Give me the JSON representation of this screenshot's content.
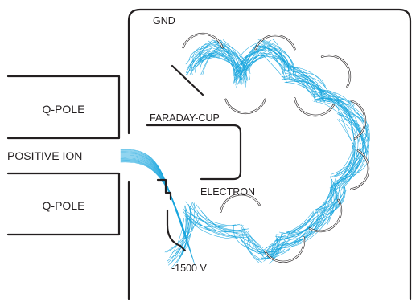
{
  "labels": {
    "gnd": "GND",
    "qpole_top": "Q-POLE",
    "qpole_bottom": "Q-POLE",
    "positive_ion": "POSITIVE ION",
    "faraday_cup": "FARADAY-CUP",
    "electron": "ELECTRON",
    "voltage": "-1500 V"
  },
  "colors": {
    "line": "#231f20",
    "beam": "#1aa7de",
    "ion_label": "#1aa7de",
    "background": "#ffffff"
  }
}
